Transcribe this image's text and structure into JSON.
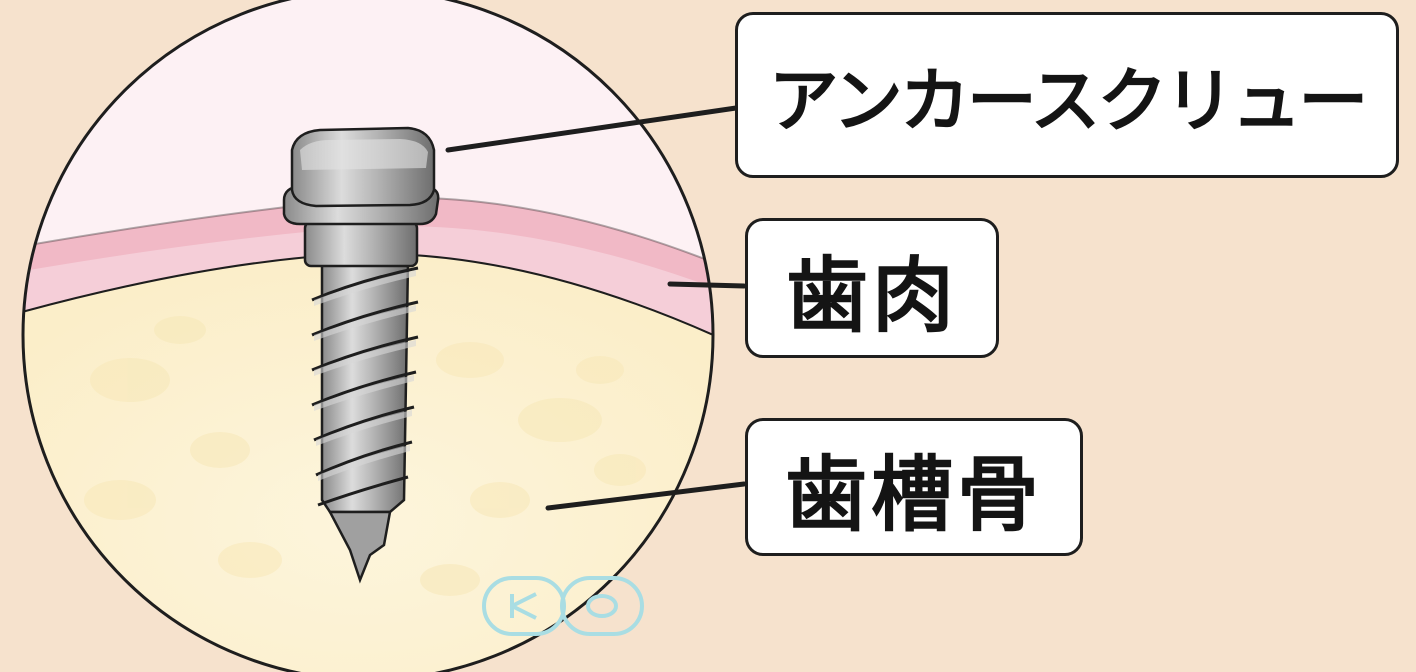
{
  "labels": {
    "anchor_screw": "アンカースクリュー",
    "gum": "歯肉",
    "alveolar_bone": "歯槽骨"
  },
  "watermark": {
    "letters": [
      "K",
      "O"
    ]
  },
  "colors": {
    "background": "#f6e2cd",
    "gum_upper": "#fdf0f3",
    "gum_band": "#f1b9c6",
    "bone": "#fdf3d8",
    "screw": "#b8b8b8",
    "outline": "#1e1e1e",
    "watermark": "#a9dde3"
  },
  "icons": {
    "screw": "anchor-screw-illustration",
    "magnifier": "magnifier-circle"
  }
}
